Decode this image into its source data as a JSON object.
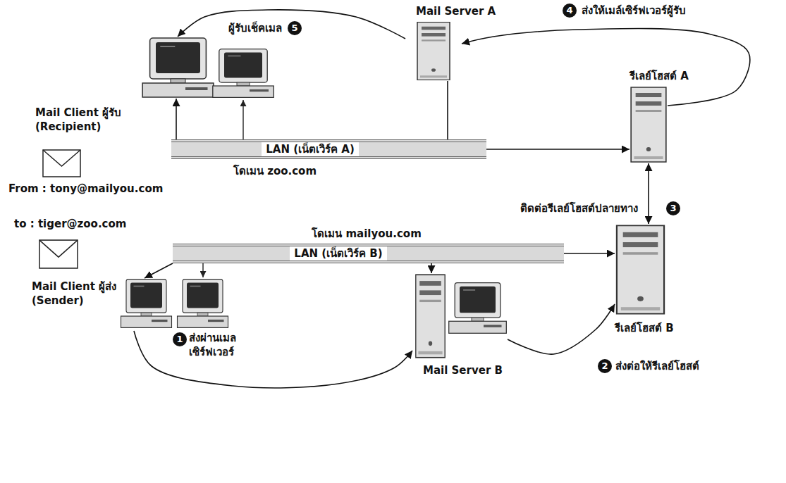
{
  "diagram": {
    "nodes": [
      {
        "text": [
          "Mail Server A"
        ]
      },
      {
        "text": [
          "Mail Client ผู้รับ (Recipient)"
        ]
      },
      {
        "text": [
          "รีเลย์โฮสต์ A"
        ]
      },
      {
        "text": [
          "LAN (เน็ตเวิร์ค A)",
          "โดเมน zoo.com"
        ]
      },
      {
        "text": [
          "โดเมน mailyou.com",
          "LAN (เน็ตเวิร์ค B)"
        ]
      },
      {
        "text": [
          "รีเลย์โฮสต์ B"
        ]
      },
      {
        "text": [
          "Mail Client ผู้ส่ง (Sender)"
        ]
      },
      {
        "text": [
          "Mail Server B"
        ]
      }
    ],
    "edges": [
      {
        "from": 6,
        "to": 7,
        "arrow": "to",
        "label": "ส่งผ่านเมล เซิร์ฟเวอร์"
      },
      {
        "from": 7,
        "to": 5,
        "arrow": "to",
        "label": "ส่งต่อให้รีเลย์โฮสต์"
      },
      {
        "from": 5,
        "to": 2,
        "arrow": "both",
        "label": "ติดต่อรีเลย์โฮสต์ปลายทาง"
      },
      {
        "from": 2,
        "to": 0,
        "arrow": "to",
        "label": "ส่งให้เมล์เซิร์ฟเวอร์ผู้รับ"
      },
      {
        "from": 0,
        "to": 1,
        "arrow": "to",
        "label": "ผู้รับเช็คเมล"
      },
      {
        "from": 3,
        "to": 1,
        "arrow": "to"
      },
      {
        "from": 3,
        "to": 2,
        "arrow": "to"
      },
      {
        "from": 0,
        "to": 3,
        "arrow": "none"
      },
      {
        "from": 4,
        "to": 6,
        "arrow": "to"
      },
      {
        "from": 4,
        "to": 7,
        "arrow": "to"
      },
      {
        "from": 4,
        "to": 5,
        "arrow": "to"
      }
    ],
    "labels": [
      "1",
      "2",
      "3",
      "4",
      "5",
      "From : tony@mailyou.com",
      "to : tiger@zoo.com"
    ]
  }
}
